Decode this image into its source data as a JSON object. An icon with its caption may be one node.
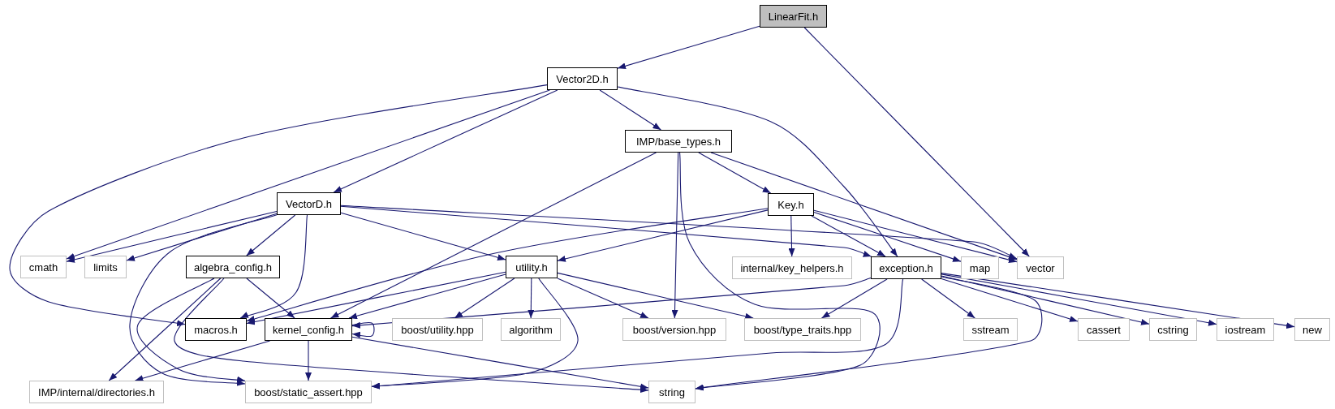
{
  "diagram": {
    "nodes": [
      {
        "text": [
          "LinearFit.h"
        ]
      },
      {
        "text": [
          "Vector2D.h"
        ]
      },
      {
        "text": [
          "IMP/base_types.h"
        ]
      },
      {
        "text": [
          "VectorD.h"
        ]
      },
      {
        "text": [
          "Key.h"
        ]
      },
      {
        "text": [
          "cmath"
        ]
      },
      {
        "text": [
          "limits"
        ]
      },
      {
        "text": [
          "algebra_config.h"
        ]
      },
      {
        "text": [
          "utility.h"
        ]
      },
      {
        "text": [
          "internal/key_helpers.h"
        ]
      },
      {
        "text": [
          "exception.h"
        ]
      },
      {
        "text": [
          "map"
        ]
      },
      {
        "text": [
          "vector"
        ]
      },
      {
        "text": [
          "macros.h"
        ]
      },
      {
        "text": [
          "kernel_config.h"
        ]
      },
      {
        "text": [
          "boost/utility.hpp"
        ]
      },
      {
        "text": [
          "algorithm"
        ]
      },
      {
        "text": [
          "boost/version.hpp"
        ]
      },
      {
        "text": [
          "boost/type_traits.hpp"
        ]
      },
      {
        "text": [
          "sstream"
        ]
      },
      {
        "text": [
          "cassert"
        ]
      },
      {
        "text": [
          "cstring"
        ]
      },
      {
        "text": [
          "iostream"
        ]
      },
      {
        "text": [
          "new"
        ]
      },
      {
        "text": [
          "IMP/internal/directories.h"
        ]
      },
      {
        "text": [
          "boost/static_assert.hpp"
        ]
      },
      {
        "text": [
          "string"
        ]
      }
    ],
    "edges": [
      {
        "from": 0,
        "to": 1,
        "arrow": "to"
      },
      {
        "from": 0,
        "to": 12,
        "arrow": "to"
      },
      {
        "from": 1,
        "to": 13,
        "arrow": "to"
      },
      {
        "from": 1,
        "to": 5,
        "arrow": "to"
      },
      {
        "from": 1,
        "to": 3,
        "arrow": "to"
      },
      {
        "from": 1,
        "to": 2,
        "arrow": "to"
      },
      {
        "from": 1,
        "to": 10,
        "arrow": "to"
      },
      {
        "from": 2,
        "to": 14,
        "arrow": "to"
      },
      {
        "from": 2,
        "to": 17,
        "arrow": "to"
      },
      {
        "from": 2,
        "to": 26,
        "arrow": "to"
      },
      {
        "from": 2,
        "to": 4,
        "arrow": "to"
      },
      {
        "from": 2,
        "to": 12,
        "arrow": "to"
      },
      {
        "from": 3,
        "to": 5,
        "arrow": "to"
      },
      {
        "from": 3,
        "to": 6,
        "arrow": "to"
      },
      {
        "from": 3,
        "to": 7,
        "arrow": "to"
      },
      {
        "from": 3,
        "to": 13,
        "arrow": "to"
      },
      {
        "from": 3,
        "to": 25,
        "arrow": "to"
      },
      {
        "from": 3,
        "to": 8,
        "arrow": "to"
      },
      {
        "from": 3,
        "to": 10,
        "arrow": "to"
      },
      {
        "from": 3,
        "to": 12,
        "arrow": "to"
      },
      {
        "from": 4,
        "to": 13,
        "arrow": "to"
      },
      {
        "from": 4,
        "to": 8,
        "arrow": "to"
      },
      {
        "from": 4,
        "to": 9,
        "arrow": "to"
      },
      {
        "from": 4,
        "to": 10,
        "arrow": "to"
      },
      {
        "from": 4,
        "to": 11,
        "arrow": "to"
      },
      {
        "from": 4,
        "to": 12,
        "arrow": "to"
      },
      {
        "from": 7,
        "to": 24,
        "arrow": "to"
      },
      {
        "from": 7,
        "to": 25,
        "arrow": "to"
      },
      {
        "from": 7,
        "to": 26,
        "arrow": "to"
      },
      {
        "from": 7,
        "to": 14,
        "arrow": "to"
      },
      {
        "from": 8,
        "to": 13,
        "arrow": "to"
      },
      {
        "from": 8,
        "to": 14,
        "arrow": "to"
      },
      {
        "from": 8,
        "to": 15,
        "arrow": "to"
      },
      {
        "from": 8,
        "to": 16,
        "arrow": "to"
      },
      {
        "from": 8,
        "to": 17,
        "arrow": "to"
      },
      {
        "from": 8,
        "to": 18,
        "arrow": "to"
      },
      {
        "from": 8,
        "to": 25,
        "arrow": "to"
      },
      {
        "from": 10,
        "to": 14,
        "arrow": "to"
      },
      {
        "from": 10,
        "to": 18,
        "arrow": "to"
      },
      {
        "from": 10,
        "to": 19,
        "arrow": "to"
      },
      {
        "from": 10,
        "to": 20,
        "arrow": "to"
      },
      {
        "from": 10,
        "to": 21,
        "arrow": "to"
      },
      {
        "from": 10,
        "to": 22,
        "arrow": "to"
      },
      {
        "from": 10,
        "to": 23,
        "arrow": "to"
      },
      {
        "from": 10,
        "to": 26,
        "arrow": "to"
      },
      {
        "from": 10,
        "to": 25,
        "arrow": "to"
      },
      {
        "from": 14,
        "to": 14,
        "arrow": "to"
      },
      {
        "from": 14,
        "to": 24,
        "arrow": "to"
      },
      {
        "from": 14,
        "to": 25,
        "arrow": "to"
      },
      {
        "from": 14,
        "to": 26,
        "arrow": "to"
      }
    ]
  }
}
